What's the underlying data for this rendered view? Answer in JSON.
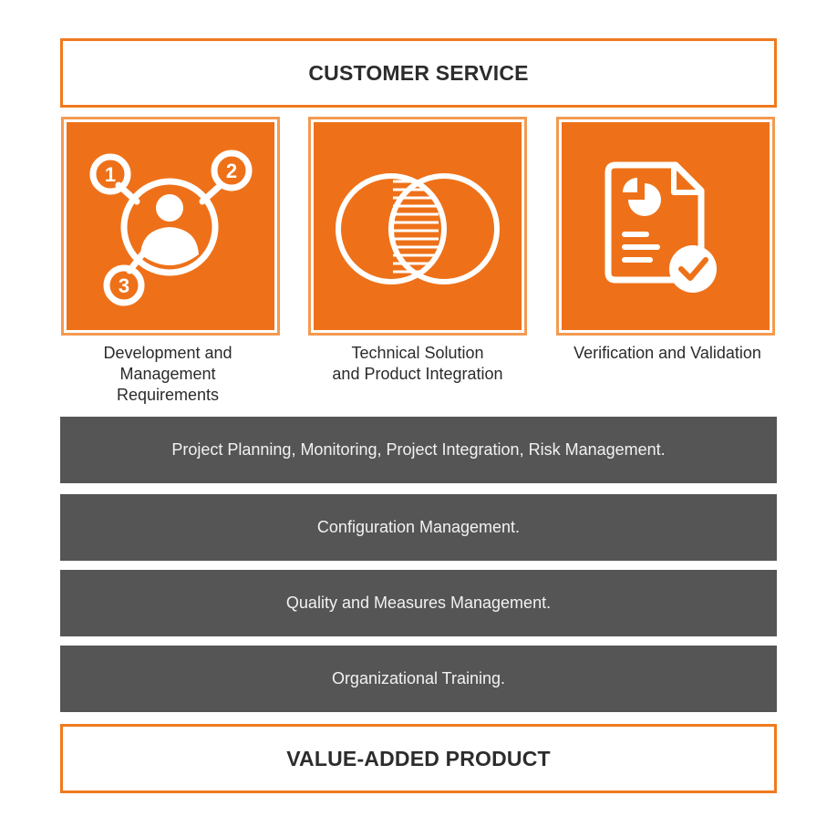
{
  "top_banner": {
    "label": "CUSTOMER SERVICE"
  },
  "tiles": [
    {
      "label": "Development and\nManagement\nRequirements",
      "icon": "user-network-icon",
      "badges": [
        "1",
        "2",
        "3"
      ]
    },
    {
      "label": "Technical Solution\nand Product Integration",
      "icon": "overlapping-circles-icon"
    },
    {
      "label": "Verification and Validation",
      "icon": "checked-document-icon"
    }
  ],
  "bars": [
    {
      "label": "Project Planning, Monitoring, Project Integration, Risk Management."
    },
    {
      "label": "Configuration Management."
    },
    {
      "label": "Quality and Measures Management."
    },
    {
      "label": "Organizational Training."
    }
  ],
  "bottom_banner": {
    "label": "VALUE-ADDED PRODUCT"
  },
  "colors": {
    "accent_orange": "#ee7119",
    "bar_gray": "#555555",
    "banner_border": "#ef7a1f"
  }
}
